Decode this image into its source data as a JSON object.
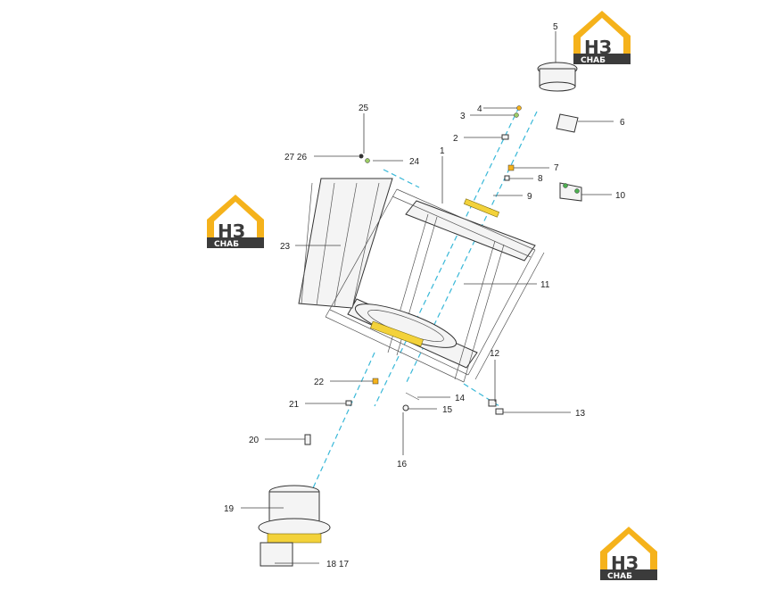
{
  "logo": {
    "letters": "НЗ",
    "word": "СНАБ"
  },
  "colors": {
    "logo_yellow": "#f5b21b",
    "logo_dark": "#3b3b3b",
    "axis": "#39b8d8"
  },
  "parts": [
    {
      "id": "p1",
      "label": "1"
    },
    {
      "id": "p2",
      "label": "2"
    },
    {
      "id": "p3",
      "label": "3"
    },
    {
      "id": "p4",
      "label": "4"
    },
    {
      "id": "p5",
      "label": "5"
    },
    {
      "id": "p6",
      "label": "6"
    },
    {
      "id": "p7",
      "label": "7"
    },
    {
      "id": "p8",
      "label": "8"
    },
    {
      "id": "p9",
      "label": "9"
    },
    {
      "id": "p10",
      "label": "10"
    },
    {
      "id": "p11",
      "label": "11"
    },
    {
      "id": "p12",
      "label": "12"
    },
    {
      "id": "p13",
      "label": "13"
    },
    {
      "id": "p14",
      "label": "14"
    },
    {
      "id": "p15",
      "label": "15"
    },
    {
      "id": "p16",
      "label": "16"
    },
    {
      "id": "p17_18",
      "label": "18 17"
    },
    {
      "id": "p19",
      "label": "19"
    },
    {
      "id": "p20",
      "label": "20"
    },
    {
      "id": "p21",
      "label": "21"
    },
    {
      "id": "p22",
      "label": "22"
    },
    {
      "id": "p23",
      "label": "23"
    },
    {
      "id": "p24",
      "label": "24"
    },
    {
      "id": "p25",
      "label": "25"
    },
    {
      "id": "p26_27",
      "label": "27 26"
    }
  ]
}
